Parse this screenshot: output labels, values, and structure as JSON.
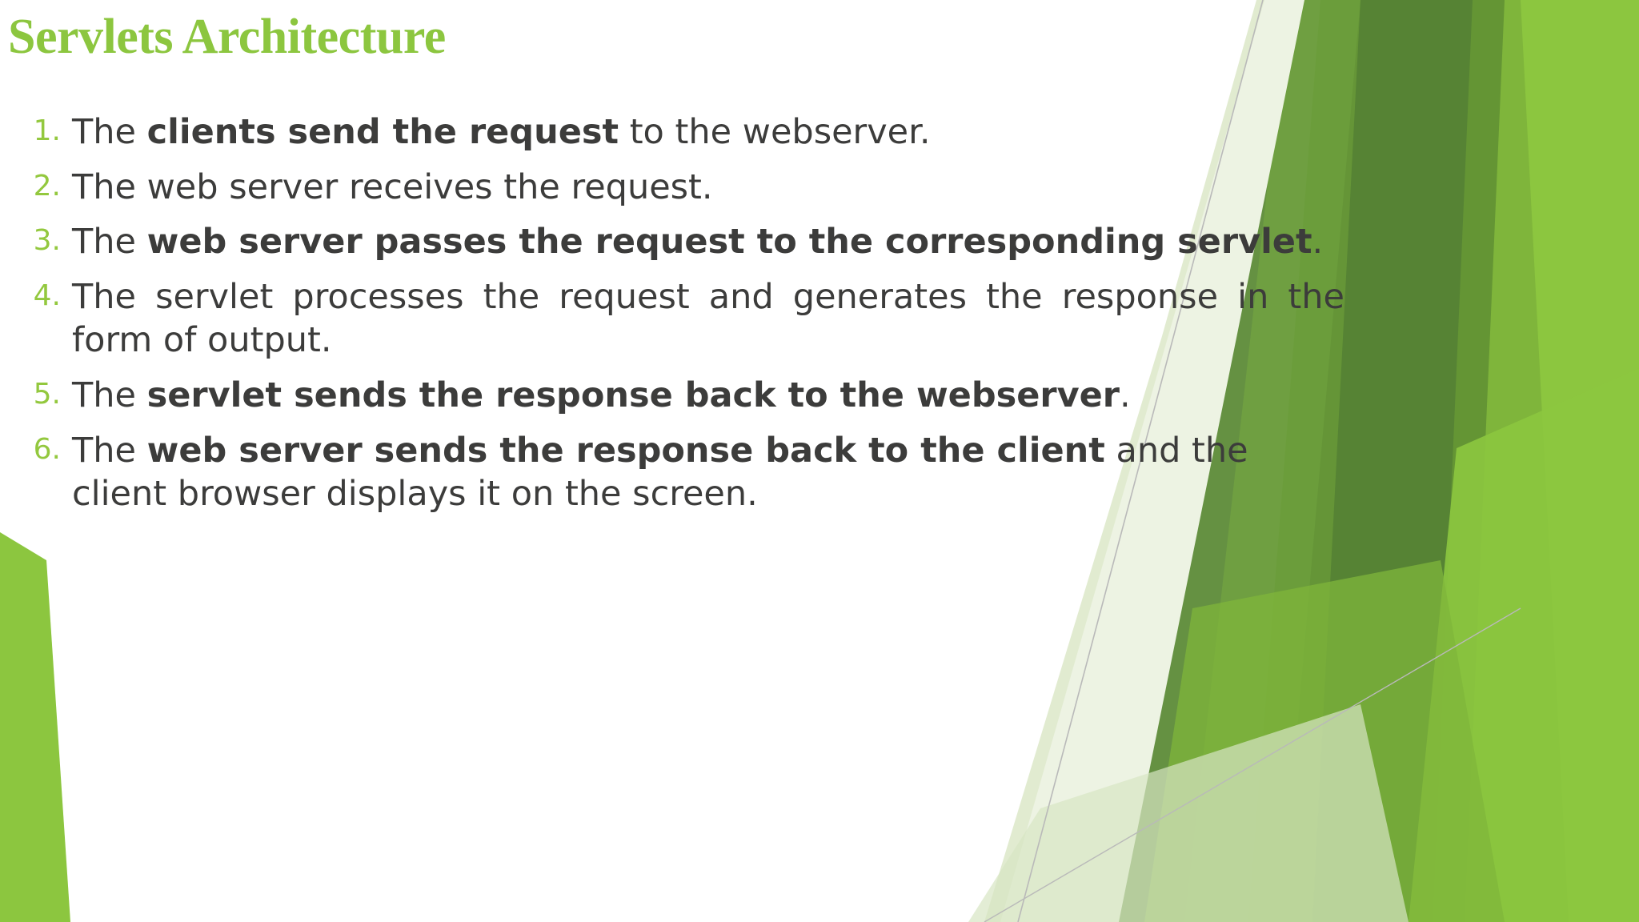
{
  "slide": {
    "title": "Servlets Architecture",
    "background_color": "#FFFFFF",
    "title_color": "#8CC63F",
    "marker_color": "#93C83E",
    "text_color": "#3C3C3B",
    "accent_colors": {
      "bright_green": "#8CC63F",
      "mid_green": "#76A63C",
      "dark_green": "#5E8C3A",
      "deep_green": "#4F7A30",
      "pale_green": "#DCE8C8",
      "hairline": "#B9B9B9"
    }
  },
  "list": {
    "items": [
      {
        "number": "1.",
        "justified": false,
        "segments": [
          {
            "text": "The ",
            "bold": false
          },
          {
            "text": "clients send the request",
            "bold": true
          },
          {
            "text": " to the webserver.",
            "bold": false
          }
        ]
      },
      {
        "number": "2.",
        "justified": false,
        "segments": [
          {
            "text": "The web server receives the request.",
            "bold": false
          }
        ]
      },
      {
        "number": "3.",
        "justified": true,
        "segments": [
          {
            "text": "The ",
            "bold": false
          },
          {
            "text": "web server passes the request to the corresponding servlet",
            "bold": true
          },
          {
            "text": ".",
            "bold": false
          }
        ]
      },
      {
        "number": "4.",
        "justified": true,
        "segments": [
          {
            "text": "The servlet processes the request and generates the response in the form of output.",
            "bold": false
          }
        ]
      },
      {
        "number": "5.",
        "justified": true,
        "segments": [
          {
            "text": "The ",
            "bold": false
          },
          {
            "text": "servlet sends the response back to the webserver",
            "bold": true
          },
          {
            "text": ".",
            "bold": false
          }
        ]
      },
      {
        "number": "6.",
        "justified": false,
        "segments": [
          {
            "text": "The ",
            "bold": false
          },
          {
            "text": "web server sends the response back to the client",
            "bold": true
          },
          {
            "text": " and the client browser displays it on the screen.",
            "bold": false
          }
        ]
      }
    ]
  }
}
